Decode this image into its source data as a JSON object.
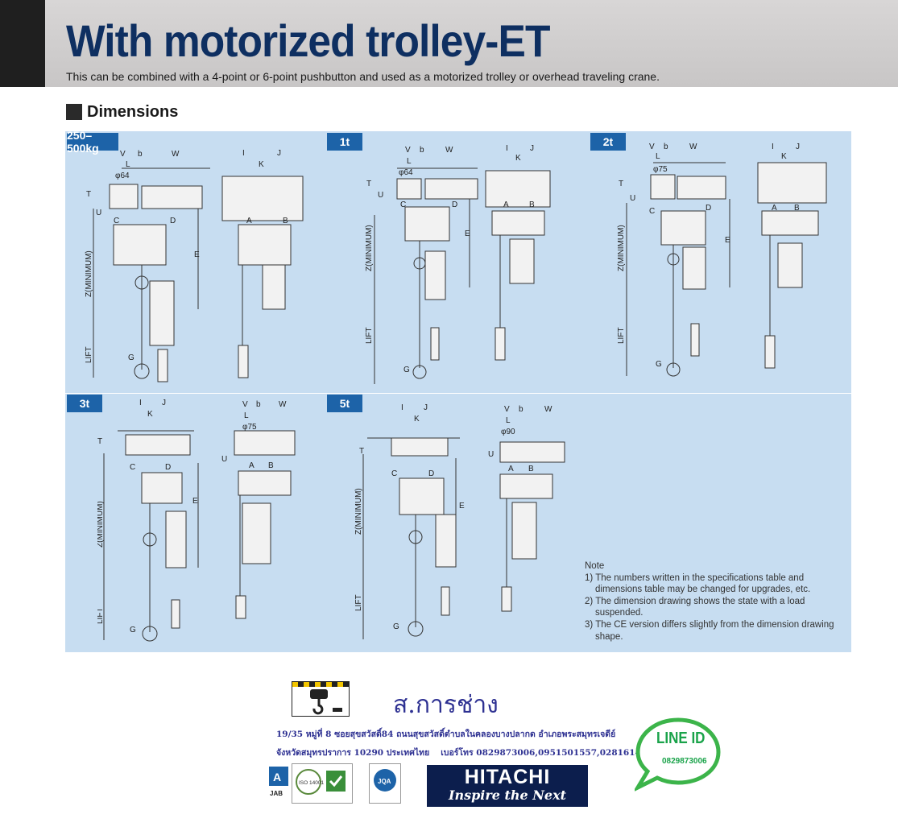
{
  "header": {
    "title": "With motorized trolley-ET",
    "subtitle": "This can be combined with a 4-point or 6-point pushbutton and used as a motorized trolley or overhead traveling crane."
  },
  "section": {
    "label": "Dimensions"
  },
  "panels": [
    {
      "badge": "250–500kg"
    },
    {
      "badge": "1t"
    },
    {
      "badge": "2t"
    },
    {
      "badge": "3t"
    },
    {
      "badge": "5t"
    }
  ],
  "drawing_labels": {
    "v": "V",
    "b": "b",
    "w": "W",
    "l": "L",
    "i": "I",
    "j": "J",
    "k": "K",
    "t": "T",
    "u": "U",
    "c": "C",
    "d": "D",
    "e": "E",
    "a": "A",
    "bb": "B",
    "g": "G",
    "z": "Z(MINIMUM)",
    "lift": "LIFT",
    "phi64": "φ64",
    "phi75": "φ75",
    "phi90": "φ90"
  },
  "note": {
    "title": "Note",
    "items": [
      "1) The numbers written in the specifications table and dimensions table may be changed for upgrades, etc.",
      "2) The dimension drawing shows the state with a load suspended.",
      "3) The CE version differs slightly from the dimension drawing shape."
    ]
  },
  "footer": {
    "company": "ส.การช่าง",
    "address_line1": "19/35 หมู่ที่ 8 ซอยสุขสวัสดิ์84 ถนนสุขสวัสดิ์ตำบลในคลองบางปลากด อำเภอพระสมุทรเจดีย์",
    "address_line2": "จังหวัดสมุทรปราการ 10290 ประเทศไทย",
    "phone": "เบอร์โทร 0829873006,0951501557,028161443",
    "cert1_label": "JAB",
    "cert2_label": "ISO 14001",
    "cert3_label": "JQA",
    "brand": "HITACHI",
    "brand_tagline": "Inspire the Next",
    "line_title": "LINE ID",
    "line_id": "0829873006"
  },
  "colors": {
    "title": "#0e2f61",
    "panel_bg": "#c7ddf1",
    "badge_bg": "#1d63a8",
    "company": "#2e3192",
    "line_green": "#1aa34a",
    "hitachi_bg": "#0c1e4d"
  }
}
